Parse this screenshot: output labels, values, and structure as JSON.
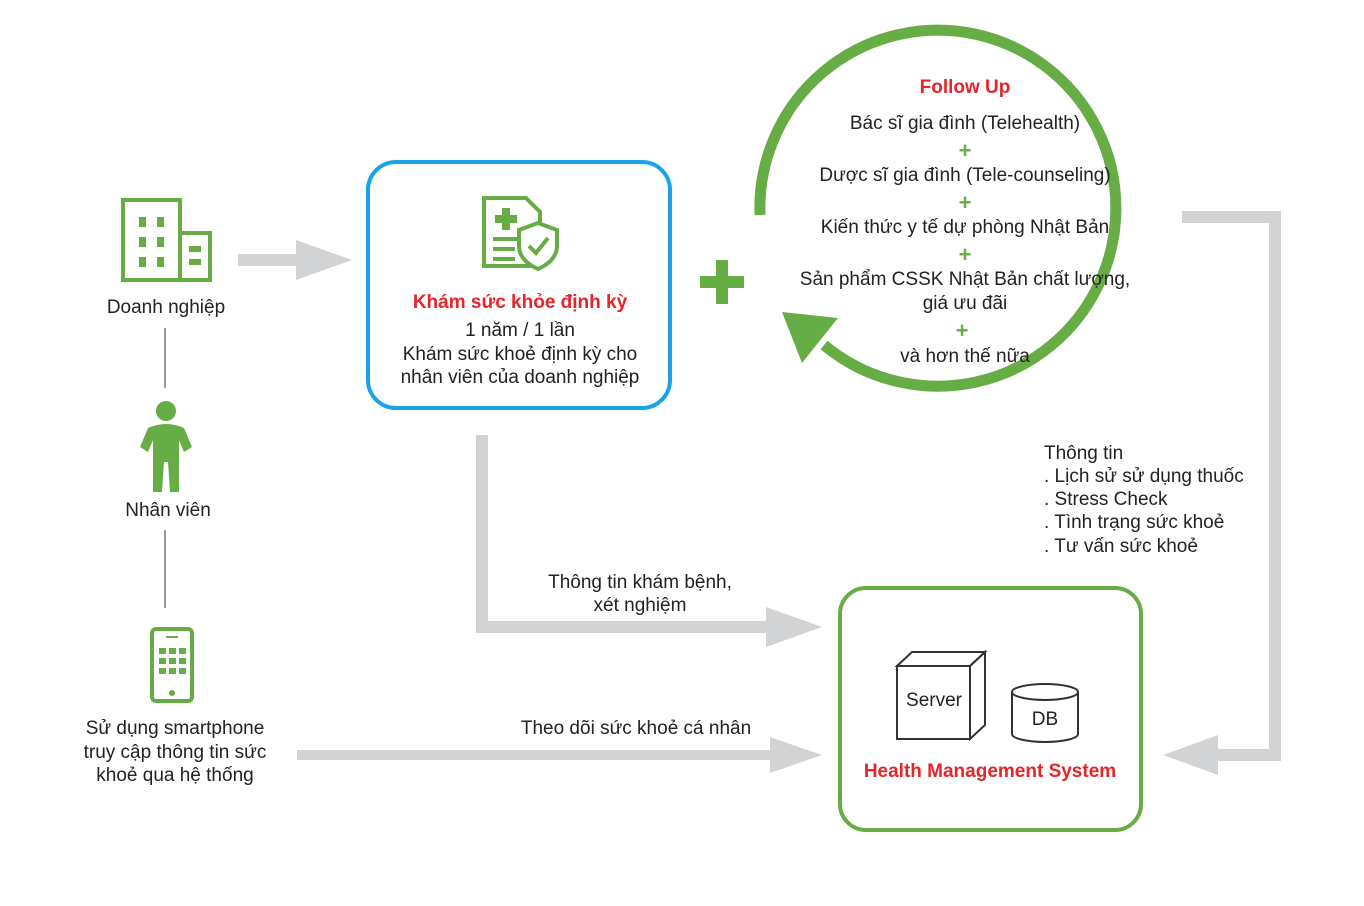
{
  "colors": {
    "green": "#67ad45",
    "blue": "#1aa3e8",
    "red": "#e5252a",
    "arrow_gray": "#d2d3d5",
    "text": "#222222"
  },
  "icons": [
    "building-icon",
    "employee-icon",
    "smartphone-icon",
    "medical-shield-icon",
    "server-icon",
    "database-icon"
  ],
  "left": {
    "company_label": "Doanh nghiệp",
    "employee_label": "Nhân viên",
    "smartphone_lines": [
      "Sử dụng smartphone",
      "truy cập thông tin sức",
      "khoẻ qua hệ thống"
    ]
  },
  "checkup": {
    "title": "Khám sức khỏe định kỳ",
    "lines": [
      "1 năm / 1 lần",
      "Khám sức khoẻ định kỳ cho",
      "nhân viên của doanh nghiệp"
    ]
  },
  "follow_up": {
    "title": "Follow Up",
    "items": [
      "Bác sĩ gia đình (Telehealth)",
      "Dược sĩ gia đình (Tele-counseling)",
      "Kiến thức y tế dự phòng Nhật Bản",
      "Sản phẩm CSSK Nhật Bản chất lượng,",
      "giá ưu đãi",
      "và hơn thế nữa"
    ],
    "plus_sign": "+"
  },
  "info_block": {
    "title": "Thông tin",
    "items": [
      ". Lịch sử sử dụng thuốc",
      ". Stress Check",
      ". Tình trạng sức khoẻ",
      ". Tư vấn sức khoẻ"
    ]
  },
  "flows": {
    "exam_info": [
      "Thông tin khám bệnh,",
      "xét nghiệm"
    ],
    "personal_tracking": "Theo dõi sức khoẻ cá nhân"
  },
  "hms": {
    "server_label": "Server",
    "db_label": "DB",
    "title": "Health Management System"
  }
}
